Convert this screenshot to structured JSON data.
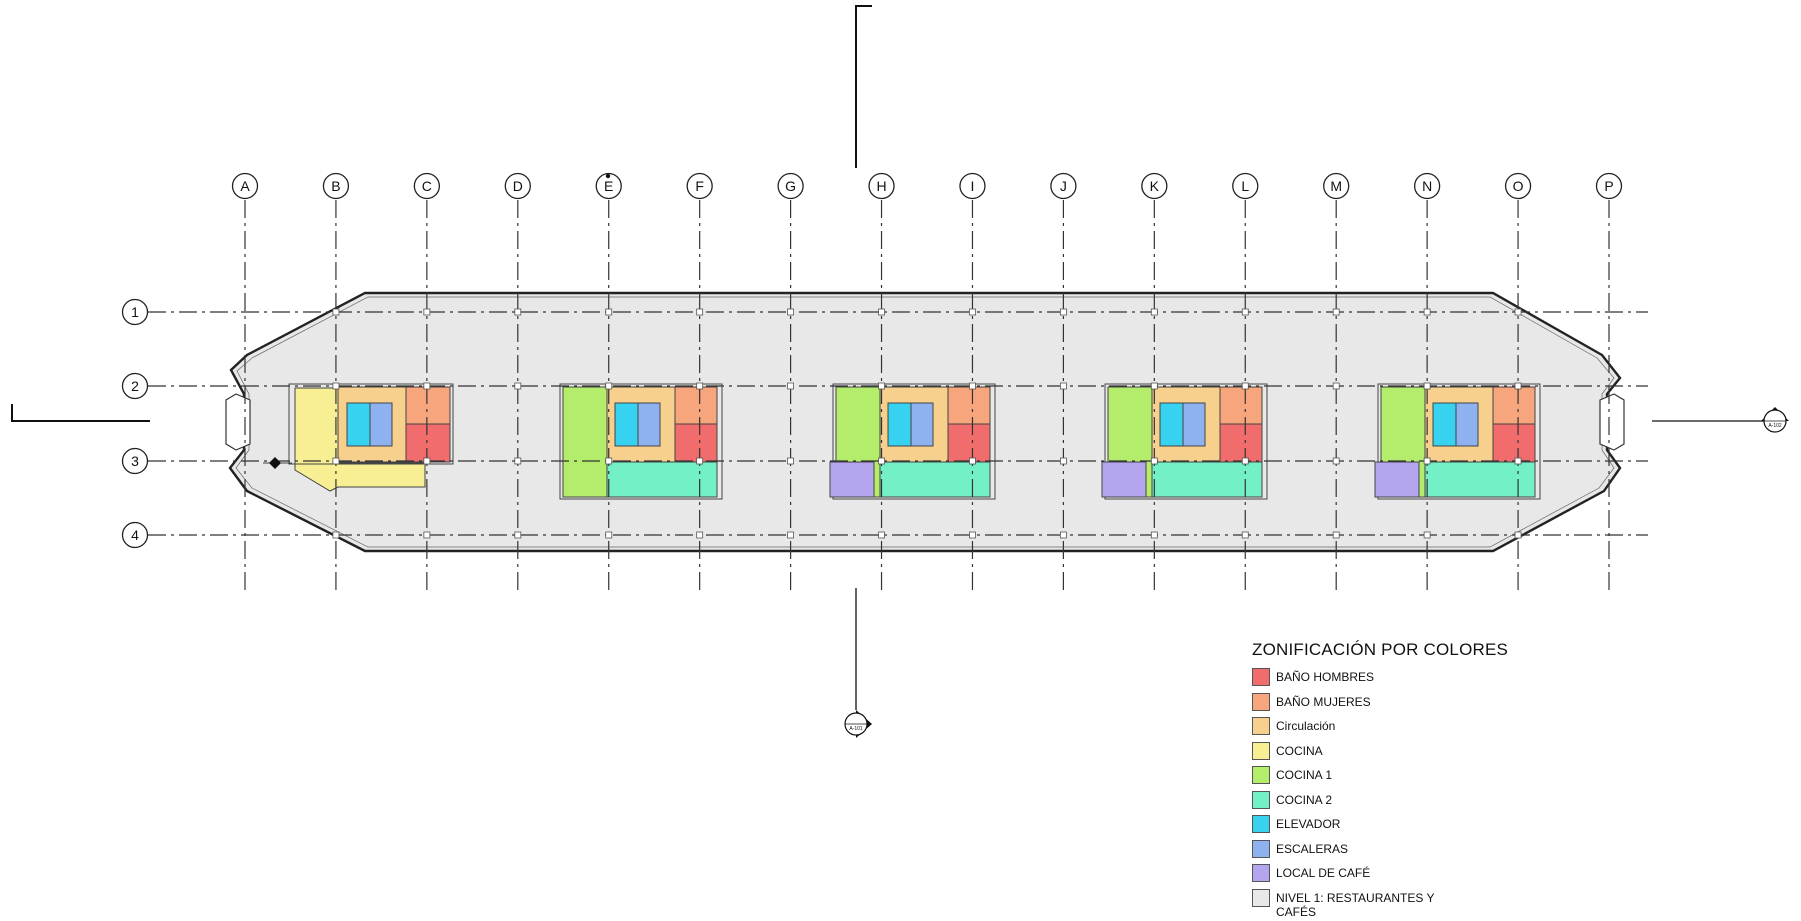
{
  "grid": {
    "columns": [
      "A",
      "B",
      "C",
      "D",
      "E",
      "F",
      "G",
      "H",
      "I",
      "J",
      "K",
      "L",
      "M",
      "N",
      "O",
      "P"
    ],
    "rows": [
      "1",
      "2",
      "3",
      "4"
    ]
  },
  "colors": {
    "bano_hombres": "#f16c6c",
    "bano_mujeres": "#f7a57d",
    "circulacion": "#f6d08c",
    "cocina": "#f8ee94",
    "cocina1": "#b4ec6c",
    "cocina2": "#74f0c7",
    "elevador": "#36d2f0",
    "escaleras": "#8db2ef",
    "local_cafe": "#b5a5ef",
    "nivel1": "#e8e8e8"
  },
  "section_markers": {
    "bottom": "A-101",
    "right": "A-102"
  },
  "legend": {
    "title": "ZONIFICACIÓN POR COLORES",
    "items": [
      {
        "label": "BAÑO HOMBRES",
        "color": "#f16c6c"
      },
      {
        "label": "BAÑO MUJERES",
        "color": "#f7a57d"
      },
      {
        "label": "Circulación",
        "color": "#f6d08c"
      },
      {
        "label": "COCINA",
        "color": "#f8ee94"
      },
      {
        "label": "COCINA 1",
        "color": "#b4ec6c"
      },
      {
        "label": "COCINA 2",
        "color": "#74f0c7"
      },
      {
        "label": "ELEVADOR",
        "color": "#36d2f0"
      },
      {
        "label": "ESCALERAS",
        "color": "#8db2ef"
      },
      {
        "label": "LOCAL DE CAFÉ",
        "color": "#b5a5ef"
      },
      {
        "label": "NIVEL 1: RESTAURANTES Y CAFÉS",
        "color": "#e8e8e8"
      }
    ]
  }
}
